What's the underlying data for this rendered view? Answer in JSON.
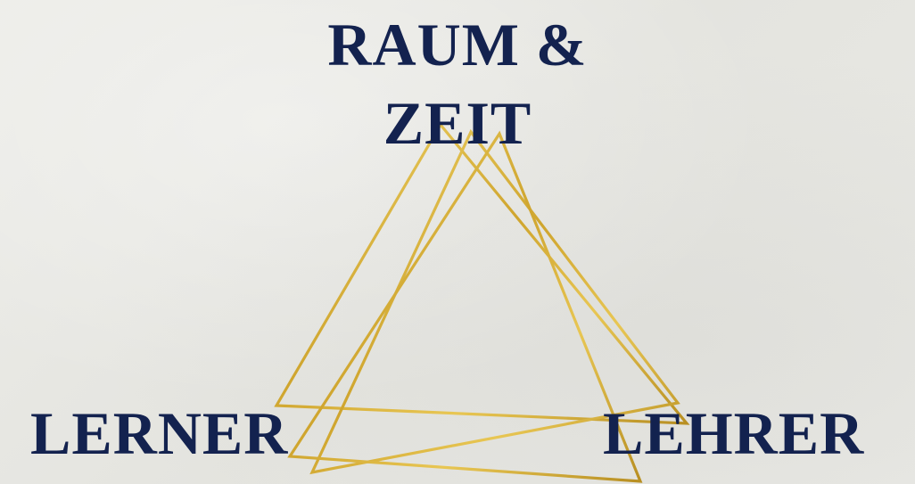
{
  "labels": {
    "top_line1": "RAUM &",
    "top_line2": "ZEIT",
    "left": "LERNER",
    "right": "LEHRER"
  },
  "colors": {
    "text": "#13224f",
    "gold": "#d8b43a",
    "background": "#e8e8e4"
  }
}
